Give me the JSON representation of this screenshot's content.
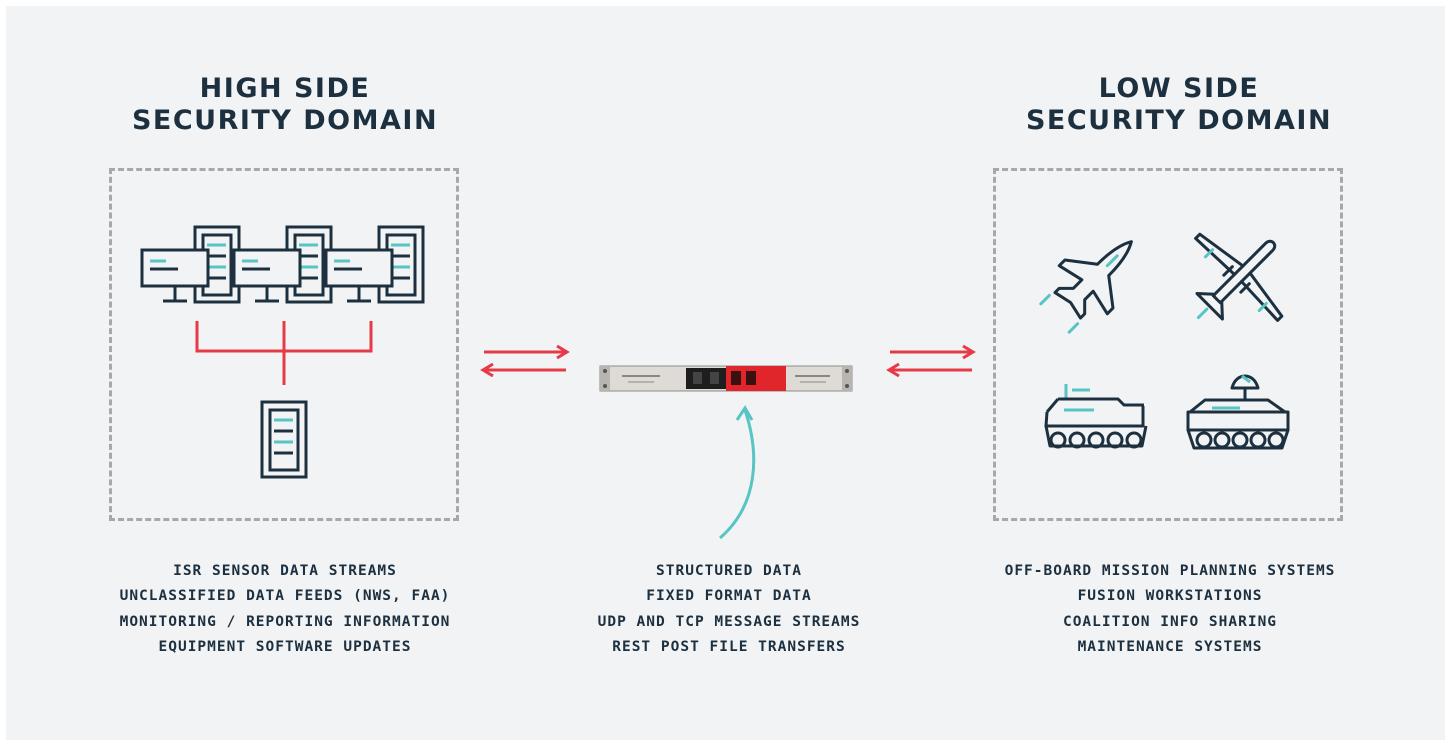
{
  "high_side": {
    "title_line1": "HIGH SIDE",
    "title_line2": "SECURITY DOMAIN",
    "items": [
      "ISR SENSOR DATA STREAMS",
      "UNCLASSIFIED DATA FEEDS (NWS, FAA)",
      "MONITORING / REPORTING INFORMATION",
      "EQUIPMENT SOFTWARE UPDATES"
    ],
    "icons": [
      "workstation-icon",
      "workstation-icon",
      "workstation-icon",
      "server-tower-icon"
    ]
  },
  "low_side": {
    "title_line1": "LOW SIDE",
    "title_line2": "SECURITY DOMAIN",
    "items": [
      "OFF-BOARD MISSION PLANNING SYSTEMS",
      "FUSION WORKSTATIONS",
      "COALITION INFO SHARING",
      "MAINTENANCE SYSTEMS"
    ],
    "icons": [
      "fighter-jet-icon",
      "drone-icon",
      "tank-icon",
      "radar-vehicle-icon"
    ]
  },
  "center": {
    "items": [
      "STRUCTURED DATA",
      "FIXED FORMAT DATA",
      "UDP AND TCP MESSAGE STREAMS",
      "REST POST FILE TRANSFERS"
    ],
    "device_icon": "rack-appliance-icon"
  },
  "colors": {
    "navy": "#1d3040",
    "accent_red": "#e63a48",
    "accent_teal": "#58c4c4",
    "dash_gray": "#a8a8a8",
    "background": "#f1f3f4"
  }
}
